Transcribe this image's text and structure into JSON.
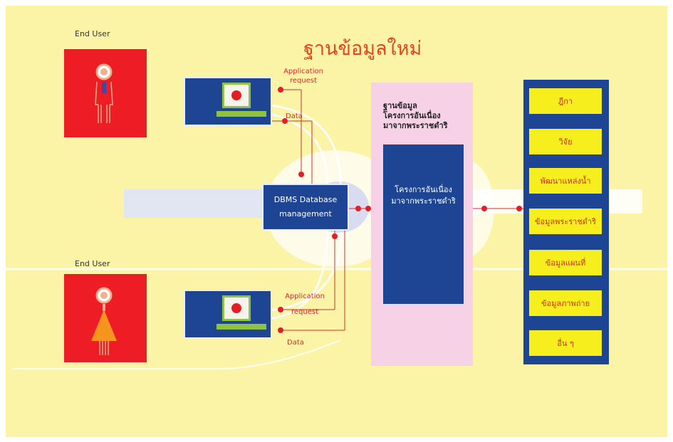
{
  "title": "ฐานข้อมูลใหม่",
  "users": [
    {
      "label": "End User"
    },
    {
      "label": "End User"
    }
  ],
  "terminals": [
    {
      "request_line1": "Application",
      "request_line2": "request",
      "data_label": "Data"
    },
    {
      "request_line1": "Application",
      "request_line2": "request",
      "data_label": "Data"
    }
  ],
  "dbms": {
    "line1": "DBMS Database",
    "line2": "management"
  },
  "database": {
    "title_line1": "ฐานข้อมูล",
    "title_line2": "โครงการอันเนื่อง",
    "title_line3": "มาจากพระราชดำริ",
    "inner_line1": "โครงการอันเนื่อง",
    "inner_line2": "มาจากพระราชดำริ"
  },
  "categories": [
    "ฎีกา",
    "วิจัย",
    "พัฒนาแหล่งน้ำ",
    "ข้อมูลพระราชดำริ",
    "ข้อมูลแผนที่",
    "ข้อมูลภาพถ่าย",
    "อื่น ๆ"
  ],
  "colors": {
    "background": "#fbf3a6",
    "user_panel": "#ee1c25",
    "blue": "#1d4594",
    "pink": "#f7d2e6",
    "yellow": "#f7ef1d",
    "accent_red": "#e41d25",
    "green": "#8ec23f",
    "title": "#e8431c"
  }
}
